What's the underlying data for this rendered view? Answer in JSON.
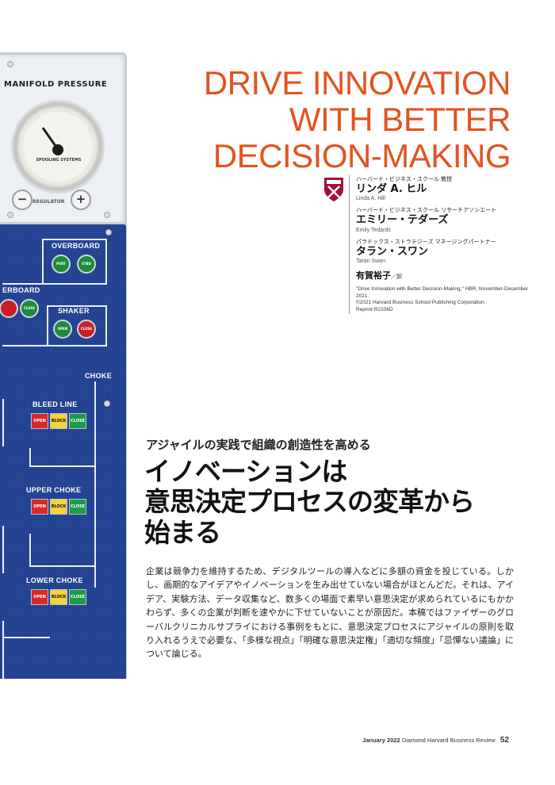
{
  "panel": {
    "manifold_label": "MANIFOLD PRESSURE",
    "gauge_label": "SPOOLING SYSTEMS",
    "regulator_label": "REGULATOR",
    "minus": "−",
    "plus": "+",
    "sections": {
      "overboard": "OVERBOARD",
      "overboard_left": "ERBOARD",
      "shaker": "SHAKER",
      "choke": "CHOKE",
      "bleed_line": "BLEED LINE",
      "upper_choke": "UPPER CHOKE",
      "lower_choke": "LOWER CHOKE"
    },
    "buttons": {
      "port": "PORT",
      "stbd": "STBD",
      "open": "OPEN",
      "close": "CLOSE",
      "block": "BLOCK"
    }
  },
  "article": {
    "headline_lines": [
      "DRIVE INNOVATION",
      "WITH BETTER",
      "DECISION-MAKING"
    ],
    "authors": [
      {
        "title": "ハーバード・ビジネス・スクール 教授",
        "name": "リンダ A. ヒル",
        "name_en": "Linda A. Hill"
      },
      {
        "title": "ハーバード・ビジネス・スクール リサーチアソシエート",
        "name": "エミリー・テダーズ",
        "name_en": "Emily Tedards"
      },
      {
        "title": "パラドックス・ストラテジーズ マネージングパートナー",
        "name": "タラン・スワン",
        "name_en": "Taran Swan"
      }
    ],
    "translator": "有賀裕子",
    "translator_suffix": "／訳",
    "reference_lines": [
      "\"Drive Innovation with Better Decision-Making,\" HBR, November-December",
      "2021.",
      "©2021 Harvard Business School Publishing Corporation.",
      "Reprint R2106D"
    ],
    "kicker": "アジャイルの実践で組織の創造性を高める",
    "title_lines": [
      "イノベーションは",
      "意思決定プロセスの変革から",
      "始まる"
    ],
    "lead": "企業は競争力を維持するため、デジタルツールの導入などに多額の資金を投じている。しかし、画期的なアイデアやイノベーションを生み出せていない場合がほとんどだ。それは、アイデア、実験方法、データ収集など、数多くの場面で素早い意思決定が求められているにもかかわらず、多くの企業が判断を速やかに下せていないことが原因だ。本稿ではファイザーのグローバルクリニカルサプライにおける事例をもとに、意思決定プロセスにアジャイルの原則を取り入れるうえで必要な、「多様な視点」「明確な意思決定権」「適切な頻度」「忌憚ない議論」について論じる。"
  },
  "footer": {
    "date": "January 2022",
    "magazine": "Diamond Harvard Business Review",
    "page": "52"
  },
  "colors": {
    "headline": "#e2541f",
    "panel_blue": "#1f3f8f",
    "crimson": "#a41034"
  }
}
